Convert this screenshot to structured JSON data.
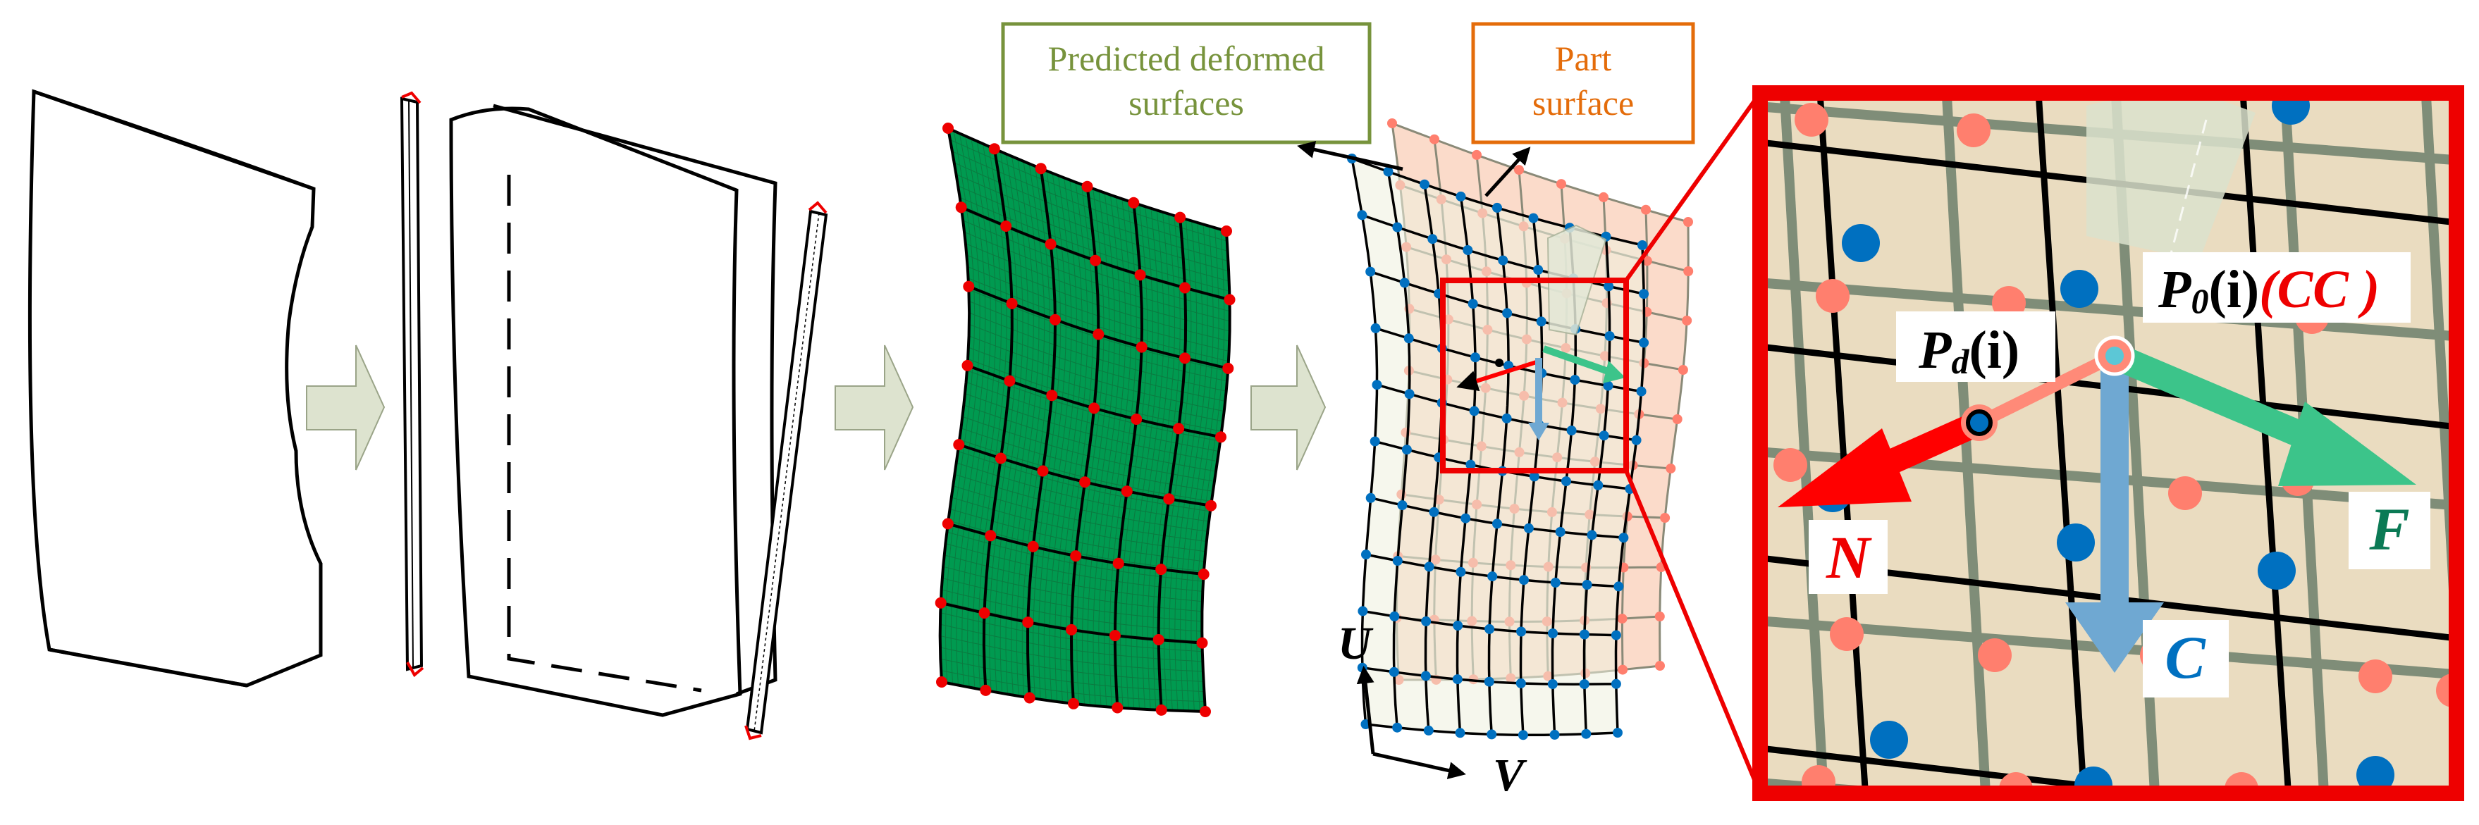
{
  "labels": {
    "predicted_line1": "Predicted deformed",
    "predicted_line2": "surfaces",
    "part_line1": "Part",
    "part_line2": "surface"
  },
  "axes": {
    "u": "U",
    "v": "V"
  },
  "zoom": {
    "pd_main": "P",
    "pd_sub": "d",
    "pd_arg": "(i)",
    "p0_main": "P",
    "p0_sub": "0",
    "p0_arg": "(i)",
    "p0_cc": "(CC )",
    "n": "N",
    "c": "C",
    "f": "F"
  },
  "colors": {
    "predicted_label": "#77933c",
    "part_label": "#e46c0a",
    "highlight_red": "#ee0000",
    "green_surface": "#009a50",
    "blue_point": "#0070c0",
    "salmon_point": "#ff7f6e",
    "arrow_n": "#ff0000",
    "arrow_c": "#6fa8d2",
    "arrow_f": "#3cc48a",
    "zoom_bg": "#eadcc0",
    "process_arrow": "#dde3cf"
  }
}
